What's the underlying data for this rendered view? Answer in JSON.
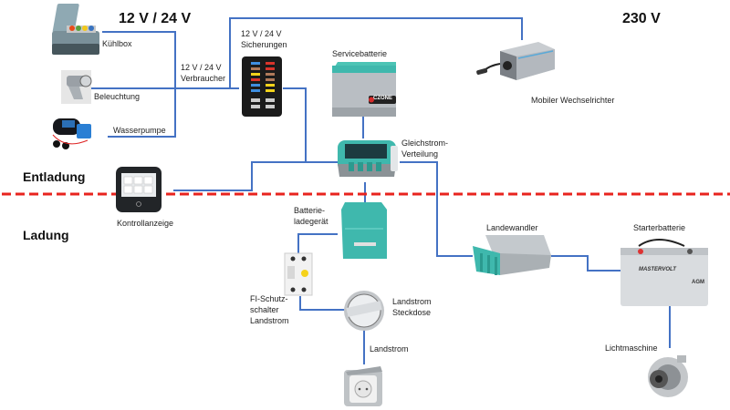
{
  "headings": {
    "dc_voltage": "12 V / 24 V",
    "ac_voltage": "230 V"
  },
  "sections": {
    "discharge": "Entladung",
    "charge": "Ladung"
  },
  "labels": {
    "kuehlbox": "Kühlbox",
    "beleuchtung": "Beleuchtung",
    "wasserpumpe": "Wasserpumpe",
    "verbraucher_line1": "12 V / 24 V",
    "verbraucher_line2": "Verbraucher",
    "sicherungen_line1": "12 V / 24 V",
    "sicherungen_line2": "Sicherungen",
    "servicebatterie": "Servicebatterie",
    "wechselrichter": "Mobiler Wechselrichter",
    "gleichstrom_line1": "Gleichstrom-",
    "gleichstrom_line2": "Verteilung",
    "kontrollanzeige": "Kontrollanzeige",
    "ladegeraet_line1": "Batterie-",
    "ladegeraet_line2": "ladegerät",
    "landewandler": "Landewandler",
    "starterbatterie": "Starterbatterie",
    "fi_line1": "FI-Schutz-",
    "fi_line2": "schalter",
    "fi_line3": "Landstrom",
    "steckdose_line1": "Landstrom",
    "steckdose_line2": "Steckdose",
    "landstrom": "Landstrom",
    "lichtmaschine": "Lichtmaschine",
    "ezone_badge": "CZONE",
    "mastervolt_brand": "MASTERVOLT",
    "agm_badge": "AGM"
  },
  "colors": {
    "wire": "#4472c4",
    "divider": "#e8231e",
    "teal": "#3fb8ad"
  }
}
